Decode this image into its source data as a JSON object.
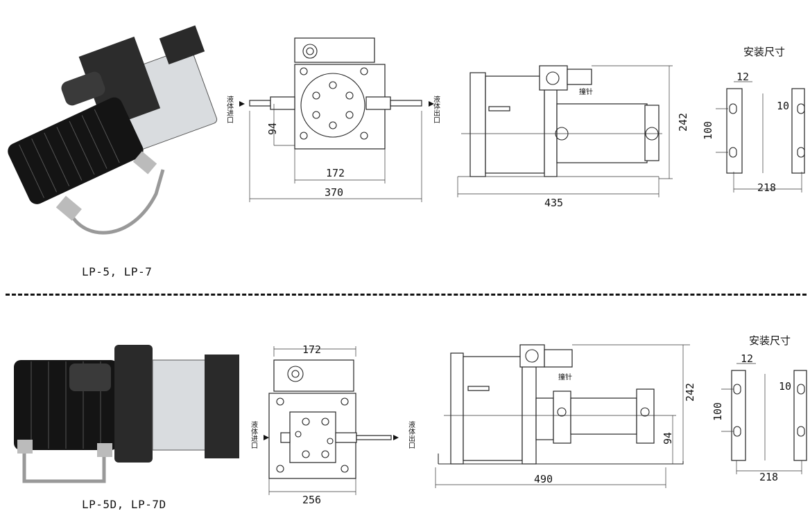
{
  "top": {
    "model_label": "LP-5, LP-7",
    "install_title": "安装尺寸",
    "inlet_label": "液体进口",
    "outlet_label": "液体出口",
    "striker_label": "撞针",
    "dims": {
      "front_height": "94",
      "front_inner": "172",
      "front_total": "370",
      "side_length": "435",
      "side_height": "242",
      "mount_top": "12",
      "mount_hole": "10",
      "mount_spacing_v": "100",
      "mount_spacing_h": "218"
    }
  },
  "bottom": {
    "model_label": "LP-5D, LP-7D",
    "install_title": "安装尺寸",
    "inlet_label": "液体进口",
    "outlet_label": "液体出口",
    "striker_label": "撞针",
    "dims": {
      "front_top": "172",
      "front_total": "256",
      "side_length": "490",
      "side_height": "242",
      "side_lower": "94",
      "mount_top": "12",
      "mount_hole": "10",
      "mount_spacing_v": "100",
      "mount_spacing_h": "218"
    }
  }
}
